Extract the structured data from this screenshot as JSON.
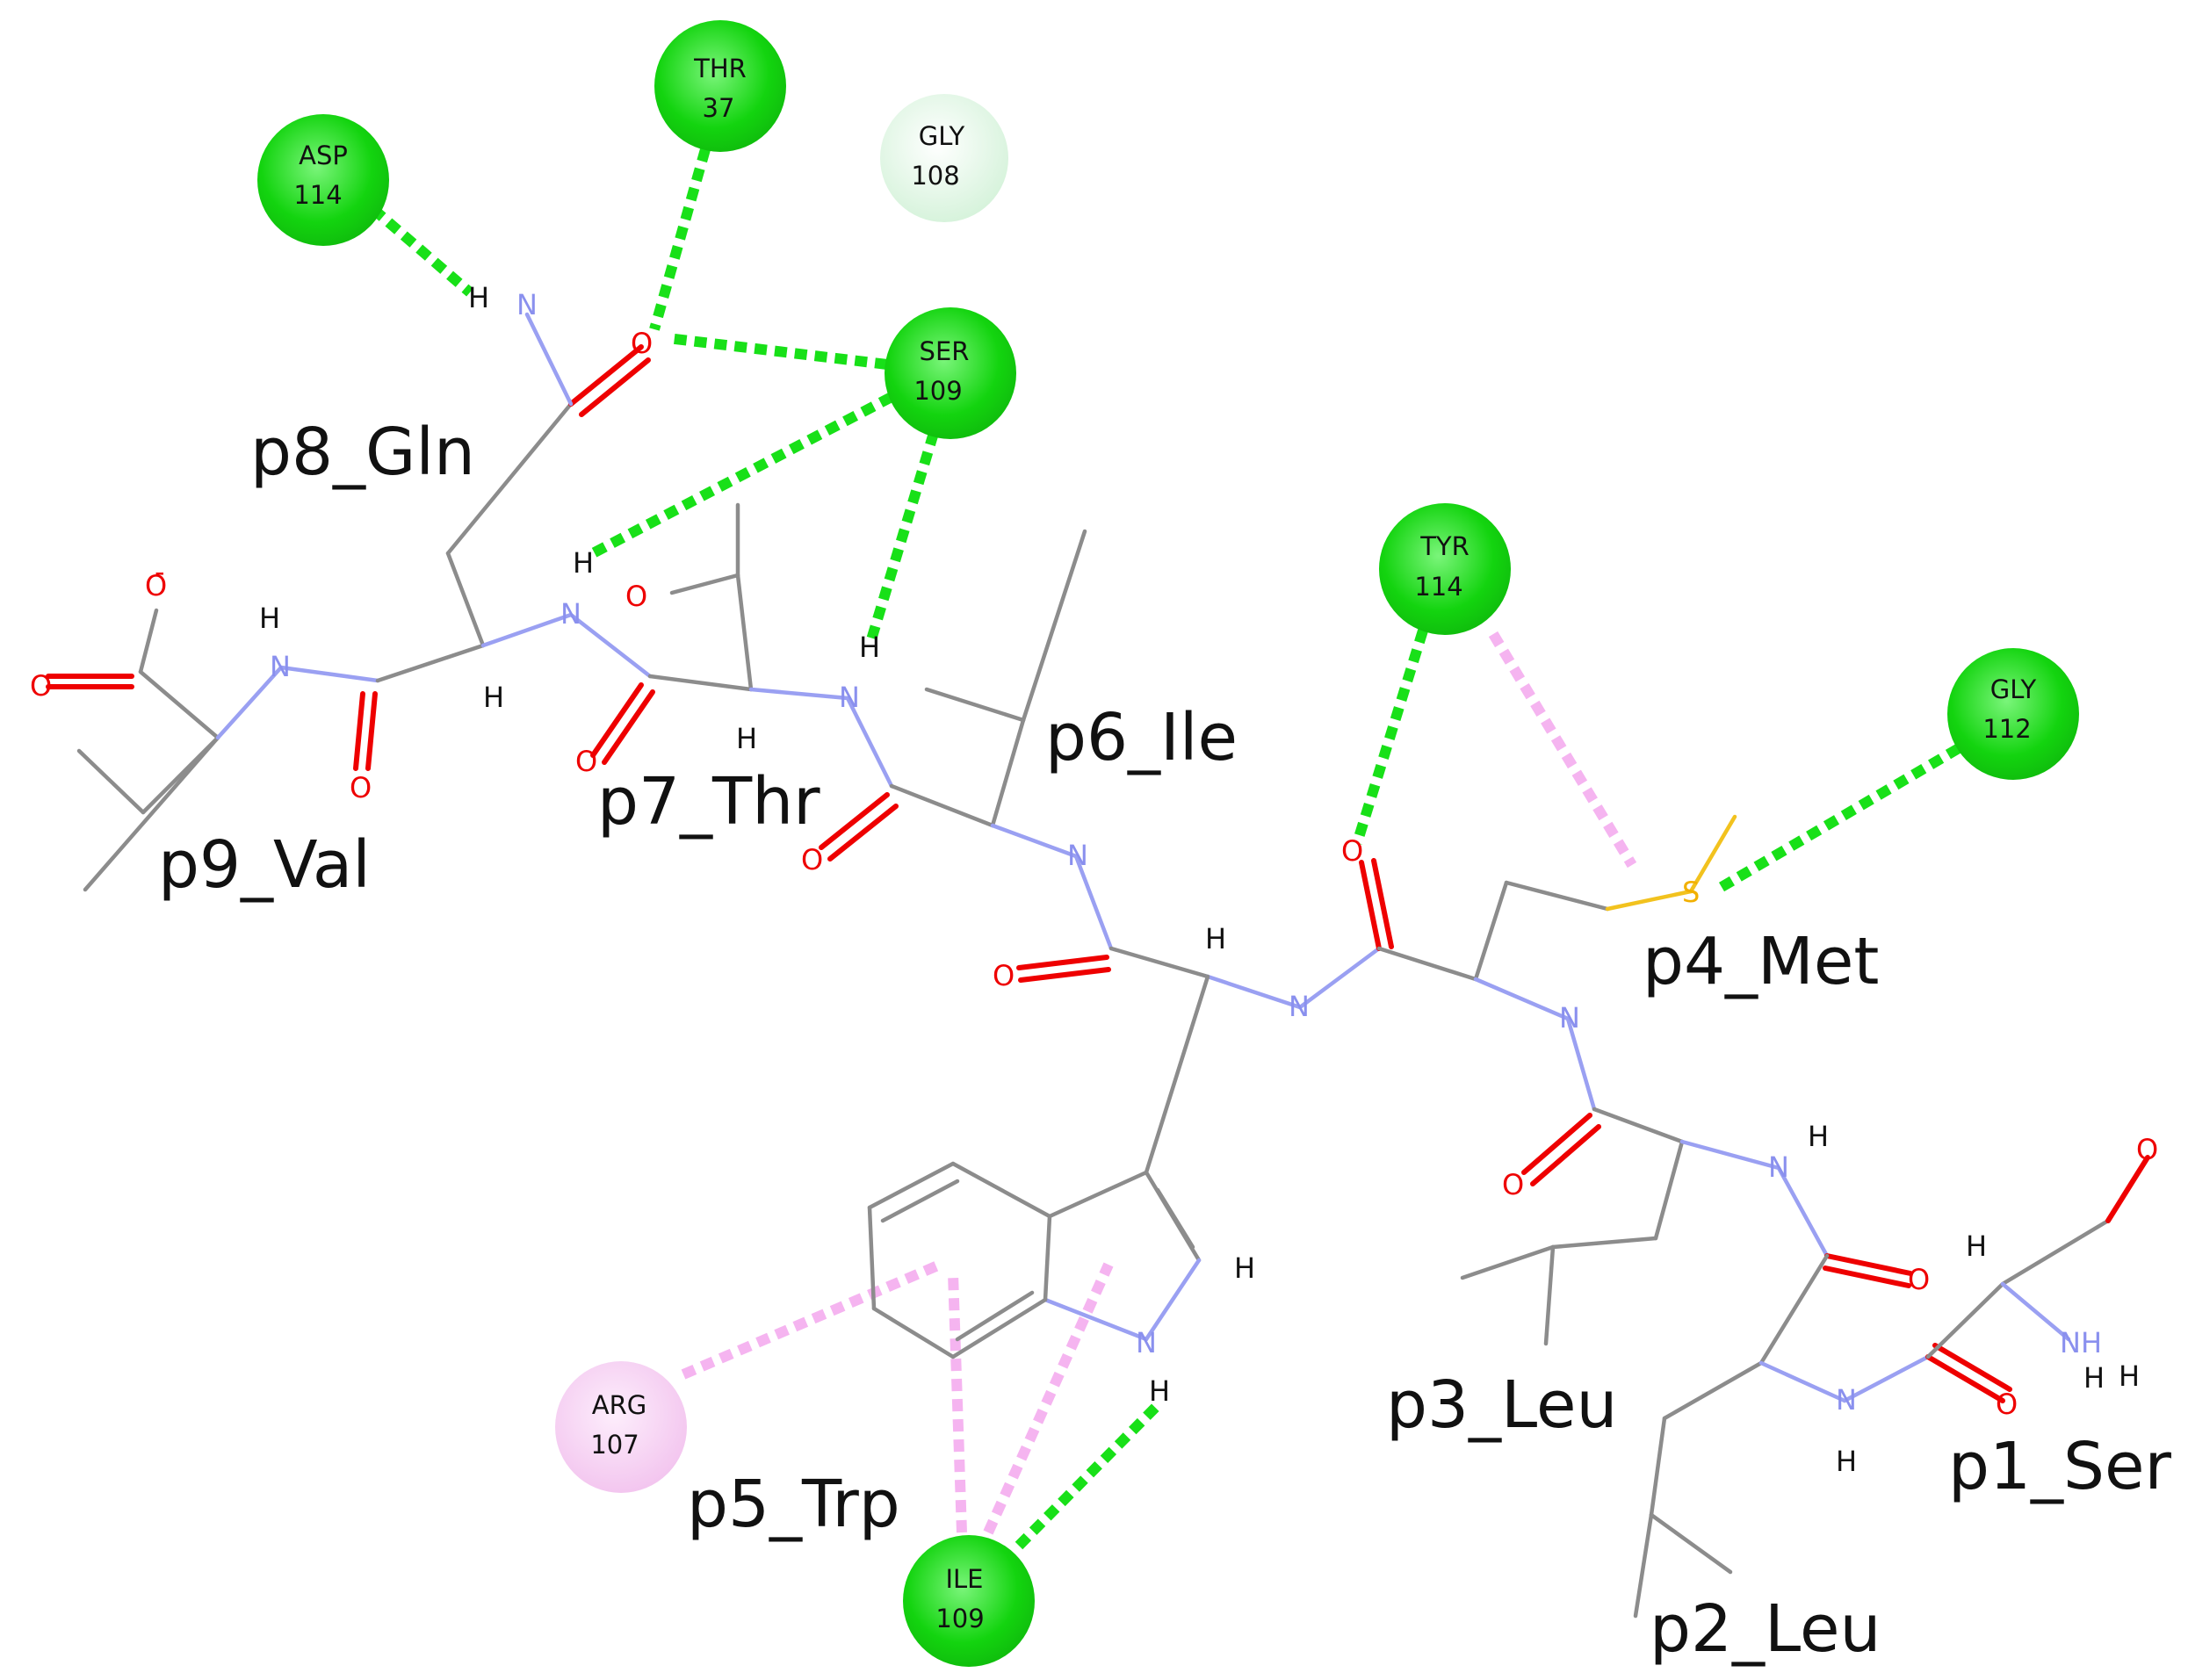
{
  "colors": {
    "hbond": "#18e018",
    "pi_interaction": "#f5b4f0",
    "carbon": "#8c8c8c",
    "nitrogen": "#9aa0f2",
    "oxygen": "#ee0000",
    "sulfur": "#f2c21e",
    "residue_strong": "#13d40f",
    "residue_weak": "#dff7e4",
    "residue_pi": "#f7d0f3"
  },
  "peptide_labels": {
    "p1": "p1_Ser",
    "p2": "p2_Leu",
    "p3": "p3_Leu",
    "p4": "p4_Met",
    "p5": "p5_Trp",
    "p6": "p6_Ile",
    "p7": "p7_Thr",
    "p8": "p8_Gln",
    "p9": "p9_Val"
  },
  "residues": {
    "asp114": {
      "name": "ASP",
      "num": "114",
      "kind": "hbond"
    },
    "thr37": {
      "name": "THR",
      "num": "37",
      "kind": "hbond"
    },
    "gly108": {
      "name": "GLY",
      "num": "108",
      "kind": "weak"
    },
    "ser109": {
      "name": "SER",
      "num": "109",
      "kind": "hbond"
    },
    "tyr114": {
      "name": "TYR",
      "num": "114",
      "kind": "hbond"
    },
    "gly112": {
      "name": "GLY",
      "num": "112",
      "kind": "hbond"
    },
    "arg107": {
      "name": "ARG",
      "num": "107",
      "kind": "pi"
    },
    "ile109": {
      "name": "ILE",
      "num": "109",
      "kind": "hbond"
    }
  },
  "atom_symbols": {
    "H": "H",
    "N": "N",
    "O": "O",
    "S": "S",
    "NH": "NH",
    "minus": "-"
  }
}
